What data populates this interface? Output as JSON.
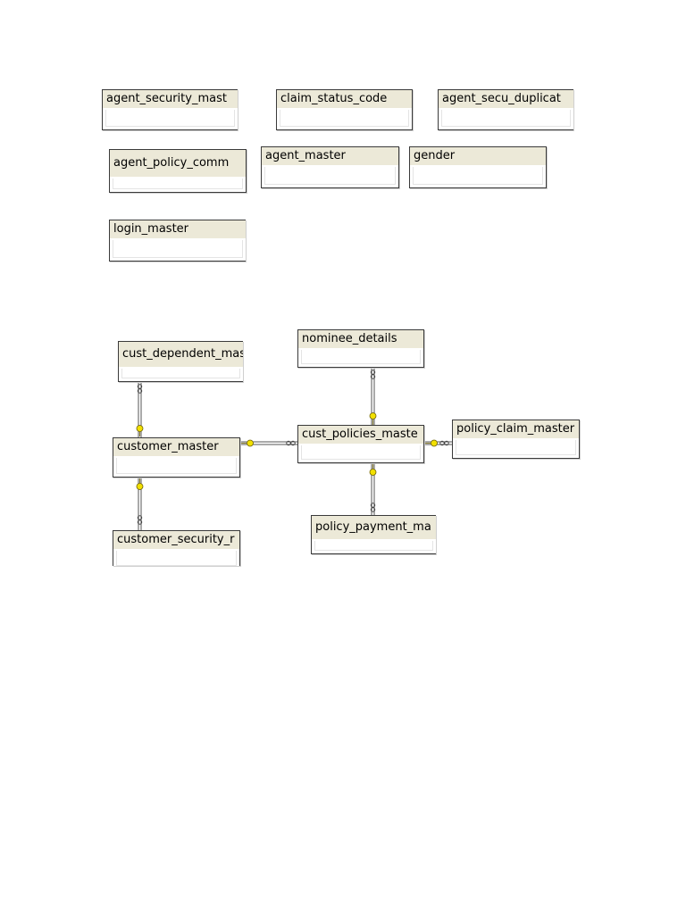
{
  "tables": {
    "agent_security": "agent_security_mast",
    "claim_status_code": "claim_status_code",
    "agent_secu_duplicate": "agent_secu_duplicat",
    "agent_policy_comm": "agent_policy_comm",
    "agent_master": "agent_master",
    "gender": "gender",
    "login_master": "login_master",
    "nominee_details": "nominee_details",
    "cust_dependent": "cust_dependent_mas",
    "customer_master": "customer_master",
    "cust_policies": "cust_policies_maste",
    "policy_claim": "policy_claim_master",
    "customer_security": "customer_security_r",
    "policy_payment": "policy_payment_ma"
  },
  "colors": {
    "key": "#f2e000",
    "line": "#555555",
    "header": "#ece9d8"
  },
  "icons": {
    "one_end": "key-icon",
    "many_end": "infinity-icon"
  }
}
